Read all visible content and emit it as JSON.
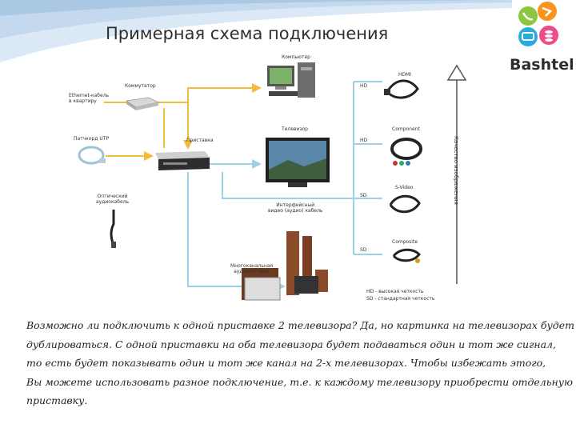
{
  "slide": {
    "title": "Примерная схема подключения",
    "brand": "Bashtel"
  },
  "diagram": {
    "devices": {
      "computer": "Компьютер",
      "switch": "Коммутатор",
      "ethernet": "Ethernet-кабель\nв квартиру",
      "patchcord": "Патчкорд UTP",
      "stb": "Приставка",
      "tv": "Телевизор",
      "optical": "Оптический\nаудиокабель",
      "interface_cable": "Интерфейсный\nвидео (аудио) кабель",
      "audio_system": "Многоканальная\nаудиосистема"
    },
    "connectors": [
      {
        "name": "HDMI",
        "level": "HD"
      },
      {
        "name": "Component",
        "level": "HD"
      },
      {
        "name": "S-Video",
        "level": "SD"
      },
      {
        "name": "Composite",
        "level": "SD"
      }
    ],
    "quality_axis": "Качество изображения",
    "legend": [
      "HD - высокая четкость",
      "SD - стандартная четкость"
    ]
  },
  "text": {
    "lines": [
      "Возможно ли подключить к одной приставке 2 телевизора?  Да, но картинка на телевизорах будет",
      "дублироваться. С одной приставки на оба телевизора будет подаваться один и тот же сигнал,",
      "то есть будет показывать один и тот же канал на  2-х телевизорах. Чтобы избежать этого,",
      "Вы можете использовать разное подключение, т.е. к каждому телевизору приобрести отдельную",
      "приставку."
    ]
  },
  "colors": {
    "network_line": "#f3bb3a",
    "av_line": "#9fd0ea",
    "header_wave": "#c7dcef"
  }
}
